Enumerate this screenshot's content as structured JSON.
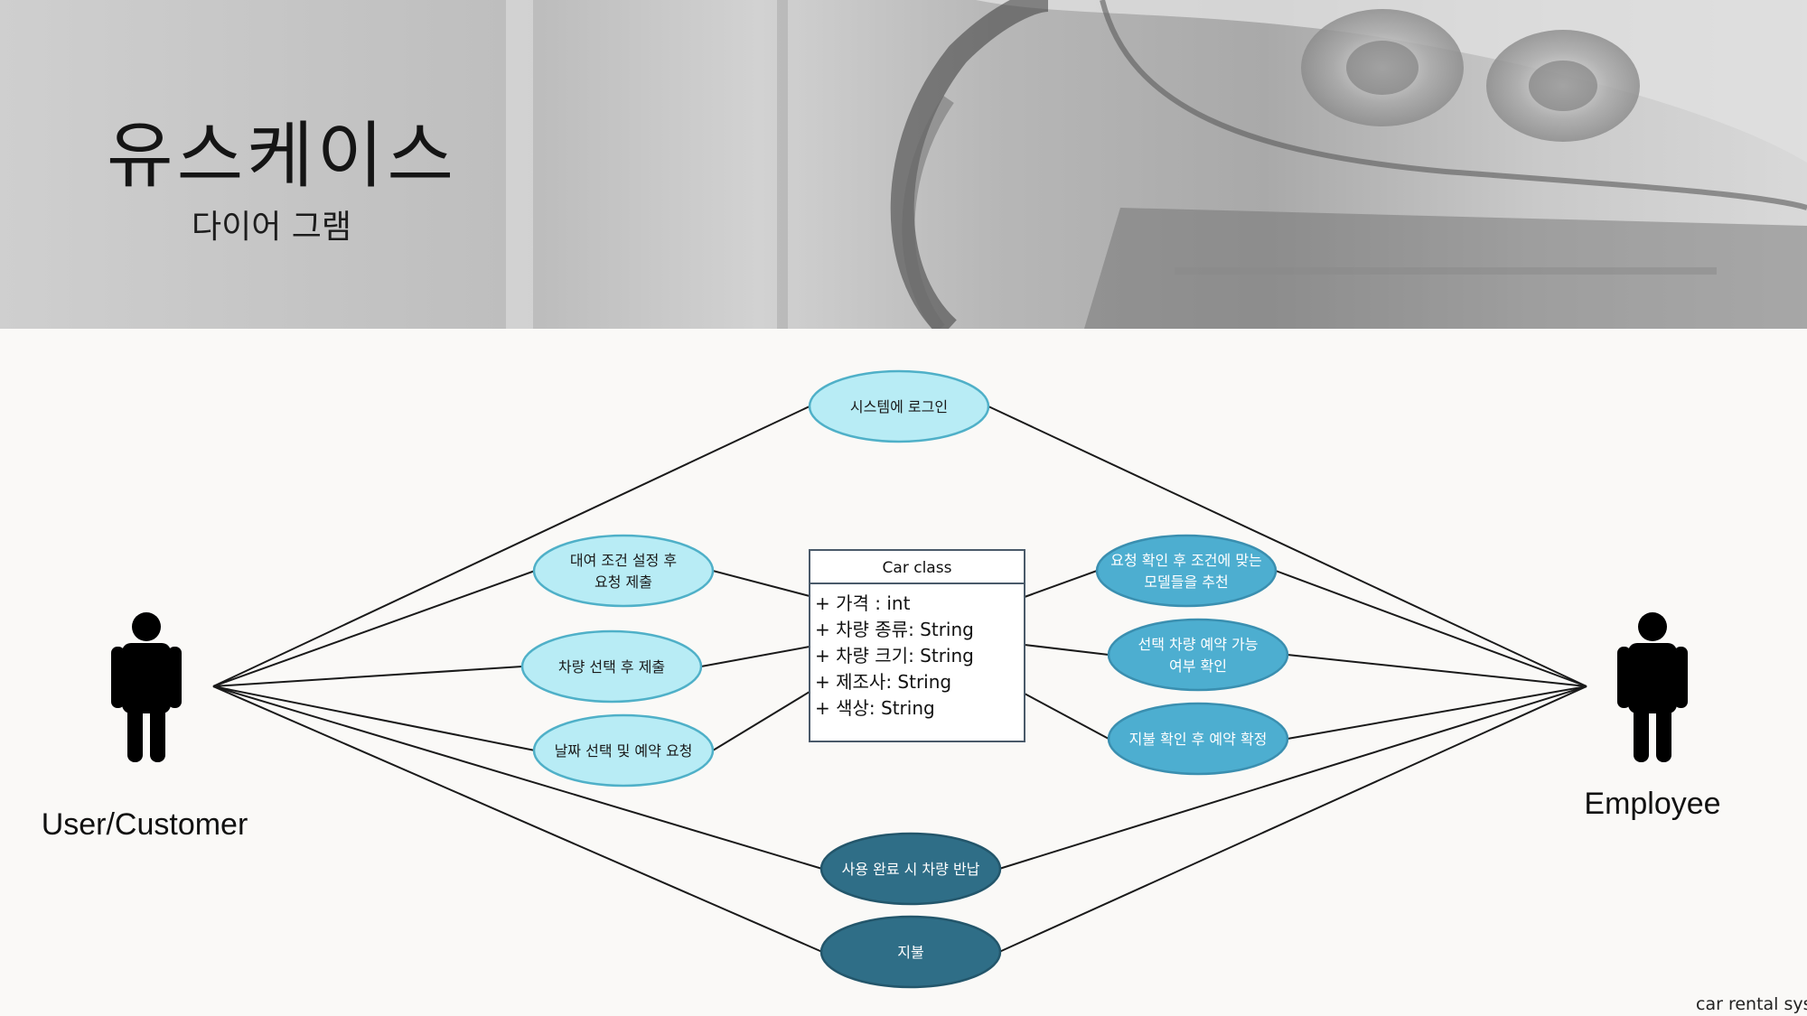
{
  "header": {
    "title": "유스케이스",
    "subtitle": "다이어 그램"
  },
  "actors": {
    "left": "User/Customer",
    "right": "Employee"
  },
  "use_cases": {
    "login": "시스템에 로그인",
    "rental_conditions": [
      "대여 조건 설정 후",
      "요청 제출"
    ],
    "select_car": "차량 선택 후 제출",
    "date_reserve": "날짜 선택 및 예약 요청",
    "return_car": "사용 완료 시 차량 반납",
    "payment": "지불",
    "recommend": [
      "요청 확인 후 조건에 맞는",
      "모델들을 추천"
    ],
    "check_availability": [
      "선택 차량 예약 가능",
      "여부 확인"
    ],
    "confirm_reservation": "지불 확인 후 예약 확정"
  },
  "car_class": {
    "name": "Car class",
    "attributes": [
      "+ 가격 : int",
      "+ 차량 종류: String",
      "+ 차량 크기: String",
      "+ 제조사: String",
      "+ 색상: String"
    ]
  },
  "colors": {
    "light_fill": "#b8ecf5",
    "light_stroke": "#4fb0c8",
    "mid_fill": "#4daed0",
    "mid_stroke": "#3a8fb0",
    "dark_fill": "#2f6e87",
    "dark_stroke": "#23566b"
  },
  "footer": "car rental syste"
}
